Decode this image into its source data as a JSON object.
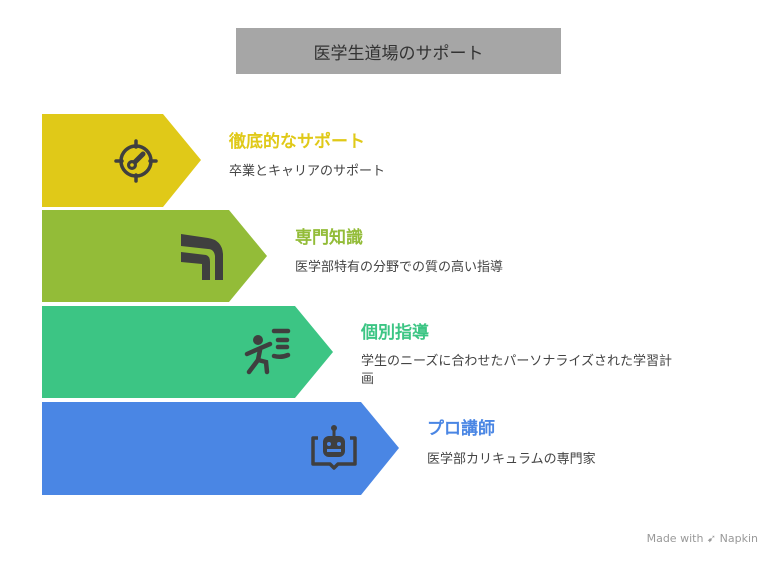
{
  "title": "医学生道場のサポート",
  "colors": {
    "yellow": "#E0C918",
    "green": "#93BC38",
    "teal": "#3CC584",
    "blue": "#4A86E4",
    "icon": "#3f3f3f"
  },
  "steps": [
    {
      "title": "徹底的なサポート",
      "description": "卒業とキャリアのサポート",
      "icon": "target-key-icon"
    },
    {
      "title": "専門知識",
      "description": "医学部特有の分野での質の高い指導",
      "icon": "knee-joint-icon"
    },
    {
      "title": "個別指導",
      "description": "学生のニーズに合わせたパーソナライズされた学習計画",
      "icon": "person-running-icon"
    },
    {
      "title": "プロ講師",
      "description": "医学部カリキュラムの専門家",
      "icon": "robot-book-icon"
    }
  ],
  "footer": {
    "made_with": "Made with",
    "brand": "Napkin"
  }
}
